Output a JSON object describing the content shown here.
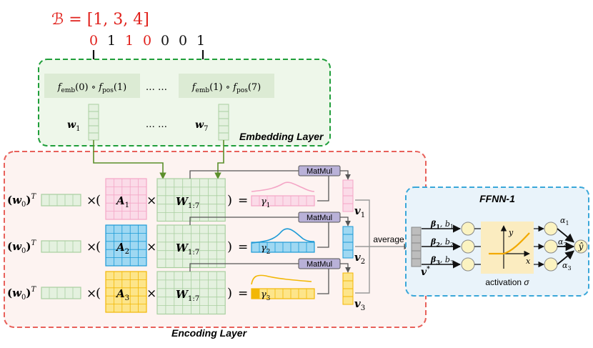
{
  "header": {
    "bucket_expr": "ℬ = [1,    3, 4]",
    "bits": [
      "0",
      "1",
      "1",
      "0",
      "0",
      "0",
      "1"
    ],
    "bit_colors": [
      "#e0201b",
      "#111111",
      "#e0201b",
      "#e0201b",
      "#111111",
      "#111111",
      "#111111"
    ]
  },
  "embedding": {
    "title": "Embedding Layer",
    "f_left": "femb(0) ∘ fpos(1)",
    "f_right": "femb(1) ∘ fpos(7)",
    "ellipsis": "… …",
    "w_first": "w1",
    "w_last": "w7"
  },
  "encoding": {
    "title": "Encoding Layer",
    "rows": [
      {
        "w0": "(w0)T",
        "times": "×",
        "open": "(",
        "A": "A1",
        "W": "W1:7",
        "close": ")",
        "eq": "=",
        "gamma": "γ1",
        "v": "v1",
        "color": "#f4a6c6",
        "fill": "#fbdbe8"
      },
      {
        "w0": "(w0)T",
        "times": "×",
        "open": "(",
        "A": "A2",
        "W": "W1:7",
        "close": ")",
        "eq": "=",
        "gamma": "γ2",
        "v": "v2",
        "color": "#1c9ad6",
        "fill": "#9fd8f2"
      },
      {
        "w0": "(w0)T",
        "times": "×",
        "open": "(",
        "A": "A3",
        "W": "W1:7",
        "close": ")",
        "eq": "=",
        "gamma": "γ3",
        "v": "v3",
        "color": "#f2b705",
        "fill": "#fde58a"
      }
    ],
    "matmul": "MatMul",
    "average": "average",
    "vstar": "v*"
  },
  "ffnn": {
    "title": "FFNN-1",
    "betas": [
      "β1, b1",
      "β2, b2",
      "β3, b3"
    ],
    "alphas": [
      "α1",
      "α2",
      "α3"
    ],
    "activation": "activation σ",
    "axis_y": "y",
    "axis_x": "x",
    "output": "ŷ"
  },
  "colors": {
    "embed_border": "#1f9e3a",
    "embed_bg": "#eef7ea",
    "encode_border": "#e8615b",
    "encode_bg": "#fdf3f1",
    "ffnn_border": "#3aa7d9",
    "ffnn_bg": "#e9f3fa",
    "matmul_bg": "#b9b1d8",
    "green_cell": "#e4f1df",
    "green_line": "#a9cfa0",
    "arrow_green": "#5b8f2b",
    "node": "#fbf3c1",
    "act_bg": "#fbecc0",
    "act_curve": "#f2a900"
  }
}
